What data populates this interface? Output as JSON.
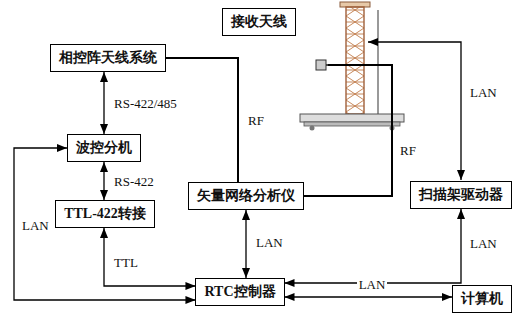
{
  "diagram": {
    "nodes": [
      {
        "text": [
          "接收天线"
        ]
      },
      {
        "text": [
          "相控阵天线系统"
        ]
      },
      {
        "text": [
          "波控分机"
        ]
      },
      {
        "text": [
          "矢量网络分析仪"
        ]
      },
      {
        "text": [
          "扫描架驱动器"
        ]
      },
      {
        "text": [
          "TTL-422转接"
        ]
      },
      {
        "text": [
          "RTC控制器"
        ]
      },
      {
        "text": [
          "计算机"
        ]
      }
    ],
    "edges": [
      {
        "from": 1,
        "to": 2,
        "arrow": "both",
        "label": "RS-422/485"
      },
      {
        "from": 2,
        "to": 5,
        "arrow": "both",
        "label": "RS-422"
      },
      {
        "from": 5,
        "to": 6,
        "arrow": "both",
        "label": "TTL"
      },
      {
        "from": 6,
        "to": 2,
        "arrow": "both",
        "label": "LAN"
      },
      {
        "from": 3,
        "to": 6,
        "arrow": "both",
        "label": "LAN"
      },
      {
        "from": 6,
        "to": 7,
        "arrow": "both",
        "label": "LAN"
      },
      {
        "from": 6,
        "to": 4,
        "arrow": "both",
        "label": "LAN"
      },
      {
        "from": 1,
        "to": 3,
        "arrow": "none",
        "label": "RF"
      }
    ],
    "labels": [
      "LAN",
      "RF"
    ]
  }
}
